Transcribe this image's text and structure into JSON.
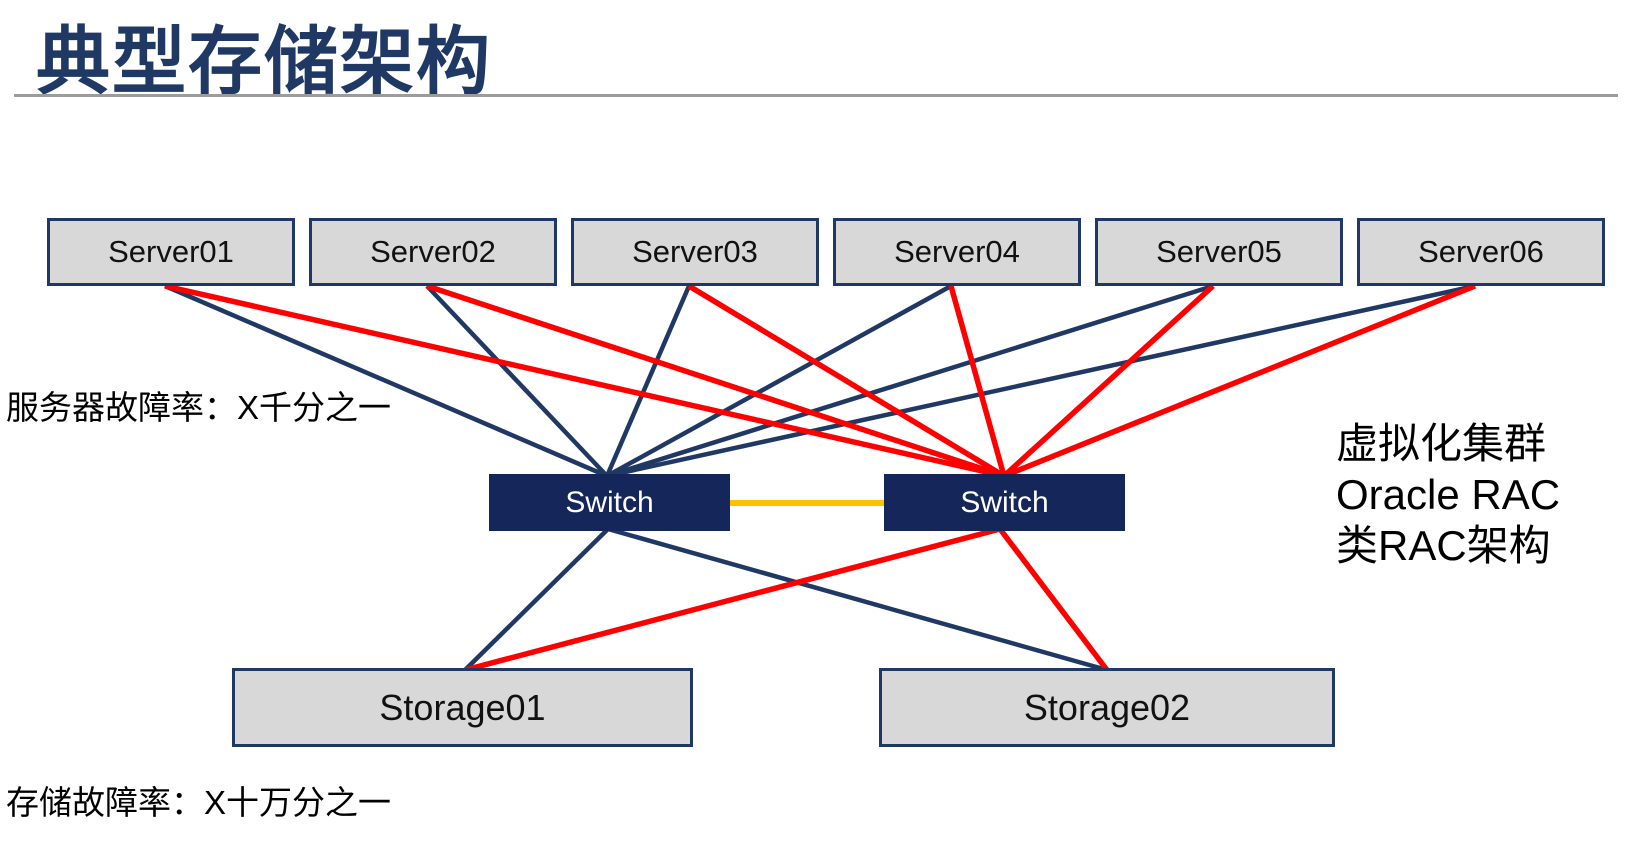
{
  "title": "典型存储架构",
  "colors": {
    "title_navy": "#1F3864",
    "line_navy": "#1F3864",
    "line_red": "#FF0000",
    "line_orange": "#FFC000",
    "box_fill_gray": "#D8D8D8",
    "switch_fill_navy": "#15265B",
    "rule_gray": "#9C9C9C"
  },
  "servers": [
    {
      "label": "Server01"
    },
    {
      "label": "Server02"
    },
    {
      "label": "Server03"
    },
    {
      "label": "Server04"
    },
    {
      "label": "Server05"
    },
    {
      "label": "Server06"
    }
  ],
  "switches": [
    {
      "label": "Switch"
    },
    {
      "label": "Switch"
    }
  ],
  "storages": [
    {
      "label": "Storage01"
    },
    {
      "label": "Storage02"
    }
  ],
  "annotations": {
    "server_failure_rate": "服务器故障率：X千分之一",
    "storage_failure_rate": "存储故障率：X十万分之一",
    "cluster_note": [
      "虚拟化集群",
      "Oracle RAC",
      "类RAC架构"
    ]
  },
  "connections": [
    {
      "from": "server01",
      "to": "switch1",
      "color": "navy"
    },
    {
      "from": "server02",
      "to": "switch1",
      "color": "navy"
    },
    {
      "from": "server03",
      "to": "switch1",
      "color": "navy"
    },
    {
      "from": "server04",
      "to": "switch1",
      "color": "navy"
    },
    {
      "from": "server05",
      "to": "switch1",
      "color": "navy"
    },
    {
      "from": "server06",
      "to": "switch1",
      "color": "navy"
    },
    {
      "from": "switch1",
      "to": "storage01",
      "color": "navy"
    },
    {
      "from": "switch1",
      "to": "storage02",
      "color": "navy"
    },
    {
      "from": "server01",
      "to": "switch2",
      "color": "red"
    },
    {
      "from": "server02",
      "to": "switch2",
      "color": "red"
    },
    {
      "from": "server03",
      "to": "switch2",
      "color": "red"
    },
    {
      "from": "server04",
      "to": "switch2",
      "color": "red"
    },
    {
      "from": "server05",
      "to": "switch2",
      "color": "red"
    },
    {
      "from": "server06",
      "to": "switch2",
      "color": "red"
    },
    {
      "from": "switch2",
      "to": "storage01",
      "color": "red"
    },
    {
      "from": "switch2",
      "to": "storage02",
      "color": "red"
    },
    {
      "from": "switch1",
      "to": "switch2",
      "color": "orange"
    }
  ]
}
